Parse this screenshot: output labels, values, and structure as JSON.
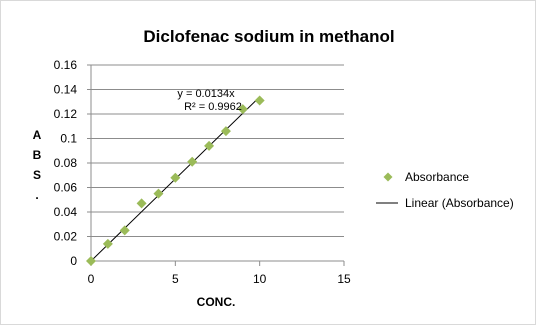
{
  "chart_data": {
    "type": "scatter",
    "title": "Diclofenac sodium in methanol",
    "xlabel": "CONC.",
    "ylabel": "ABS.",
    "xlim": [
      0,
      15
    ],
    "ylim": [
      0,
      0.16
    ],
    "x_ticks": [
      "0",
      "5",
      "10",
      "15"
    ],
    "y_ticks": [
      "0",
      "0.02",
      "0.04",
      "0.06",
      "0.08",
      "0.1",
      "0.12",
      "0.14",
      "0.16"
    ],
    "grid": "horizontal",
    "legend_position": "right",
    "series": [
      {
        "name": "Absorbance",
        "color": "#9bbb59",
        "marker": "diamond",
        "x": [
          0,
          1,
          2,
          3,
          4,
          5,
          6,
          7,
          8,
          9,
          10
        ],
        "y": [
          0.0,
          0.014,
          0.025,
          0.047,
          0.055,
          0.068,
          0.081,
          0.094,
          0.106,
          0.124,
          0.131
        ]
      }
    ],
    "trendline": {
      "name": "Linear (Absorbance)",
      "color": "#000000",
      "slope": 0.0134,
      "x_range": [
        0,
        10
      ],
      "equation": "y = 0.0134x",
      "r_squared": "R² = 0.9962"
    }
  }
}
